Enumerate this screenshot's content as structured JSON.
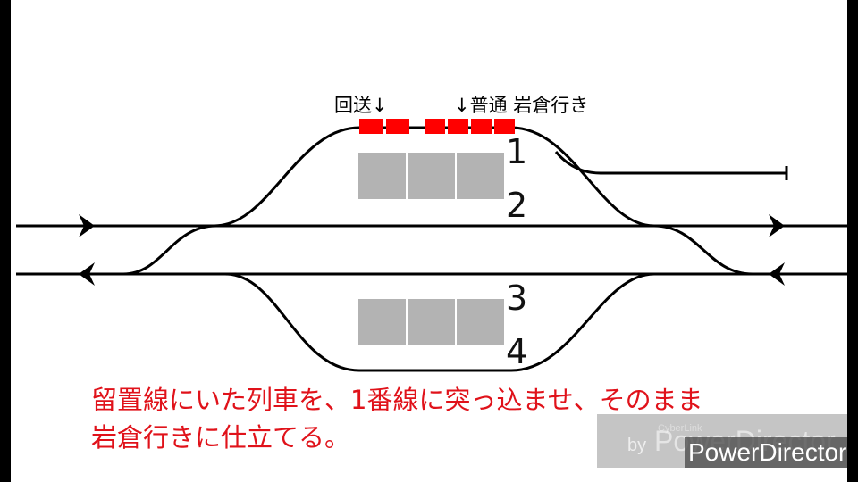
{
  "labels": {
    "deadhead": "回送↓",
    "local": "↓普通 岩倉行き"
  },
  "track_numbers": [
    "1",
    "2",
    "3",
    "4"
  ],
  "caption": {
    "line1": "留置線にいた列車を、1番線に突っ込ませ、そのまま",
    "line2": "岩倉行きに仕立てる。"
  },
  "watermark": {
    "small": "CyberLink",
    "by": "by",
    "ghost": "PowerDirector",
    "main": "PowerDirector"
  },
  "colors": {
    "track": "#000000",
    "train_car": "#ff0000",
    "platform": "#b3b3b3",
    "caption": "#e0121a"
  },
  "trains": {
    "deadhead_cars": 2,
    "local_cars": 4
  }
}
